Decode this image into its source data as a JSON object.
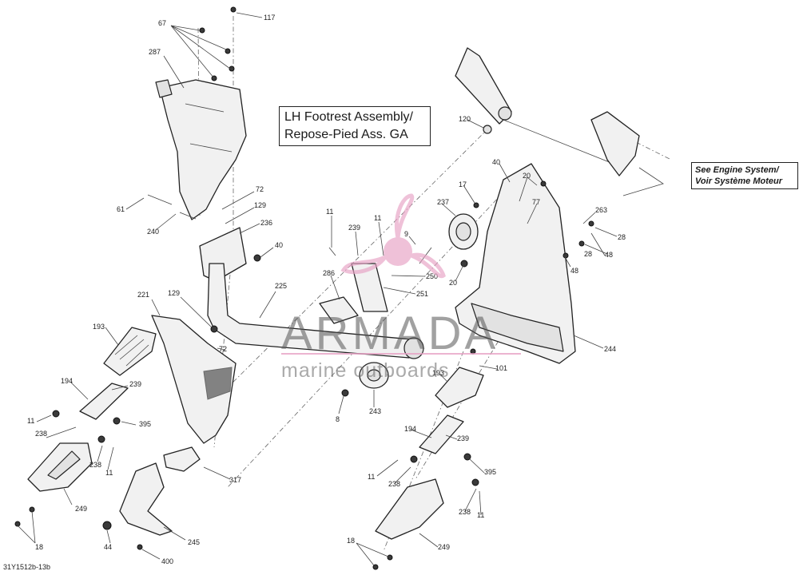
{
  "diagram": {
    "title_line1": "LH Footrest Assembly/",
    "title_line2": "Repose-Pied Ass. GA",
    "reference_line1": "See Engine System/",
    "reference_line2": "Voir Système Moteur",
    "document_number": "31Y1512b-13b",
    "callouts": [
      "117",
      "67",
      "287",
      "72",
      "129",
      "236",
      "40",
      "61",
      "240",
      "225",
      "221",
      "129",
      "72",
      "193",
      "194",
      "239",
      "11",
      "395",
      "238",
      "238",
      "11",
      "249",
      "18",
      "44",
      "400",
      "245",
      "317",
      "11",
      "239",
      "286",
      "11",
      "9",
      "250",
      "251",
      "237",
      "8",
      "243",
      "120",
      "40",
      "17",
      "20",
      "77",
      "263",
      "28",
      "28",
      "48",
      "48",
      "20",
      "244",
      "193",
      "101",
      "194",
      "239",
      "11",
      "238",
      "395",
      "238",
      "11",
      "249",
      "18"
    ]
  },
  "watermark": {
    "brand": "ARMADA",
    "tagline": "marine outboards",
    "accent_color": "#e7a1c4"
  },
  "colors": {
    "line": "#222222",
    "fill": "#f1f1f1",
    "shade": "#e2e2e2"
  }
}
